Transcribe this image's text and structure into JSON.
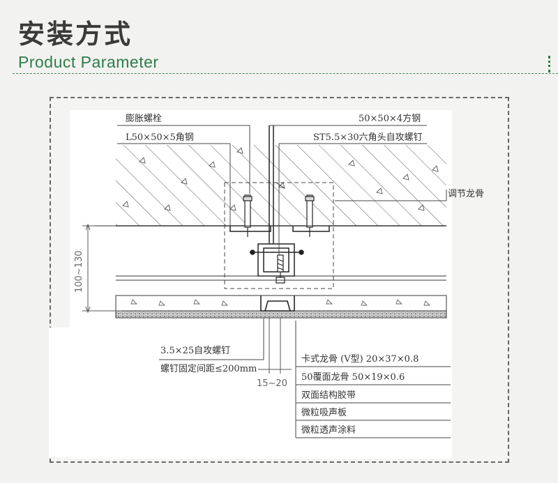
{
  "header": {
    "title": "安装方式",
    "subtitle": "Product Parameter"
  },
  "diagram": {
    "labels_top": {
      "expansion_bolt": "膨胀螺栓",
      "angle_steel": "L50×50×5角钢",
      "square_steel": "50×50×4方钢",
      "screw_top": "ST5.5×30六角头自攻螺钉",
      "adjust_keel": "调节龙骨"
    },
    "labels_bottom_left": {
      "screw": "3.5×25自攻螺钉",
      "spacing": "螺钉固定间距≤200mm"
    },
    "dimensions": {
      "height": "100~130",
      "width": "15~20"
    },
    "layers": [
      "卡式龙骨 (V型) 20×37×0.8",
      "50覆面龙骨 50×19×0.6",
      "双面结构胶带",
      "微粒吸声板",
      "微粒透声涂料"
    ]
  }
}
